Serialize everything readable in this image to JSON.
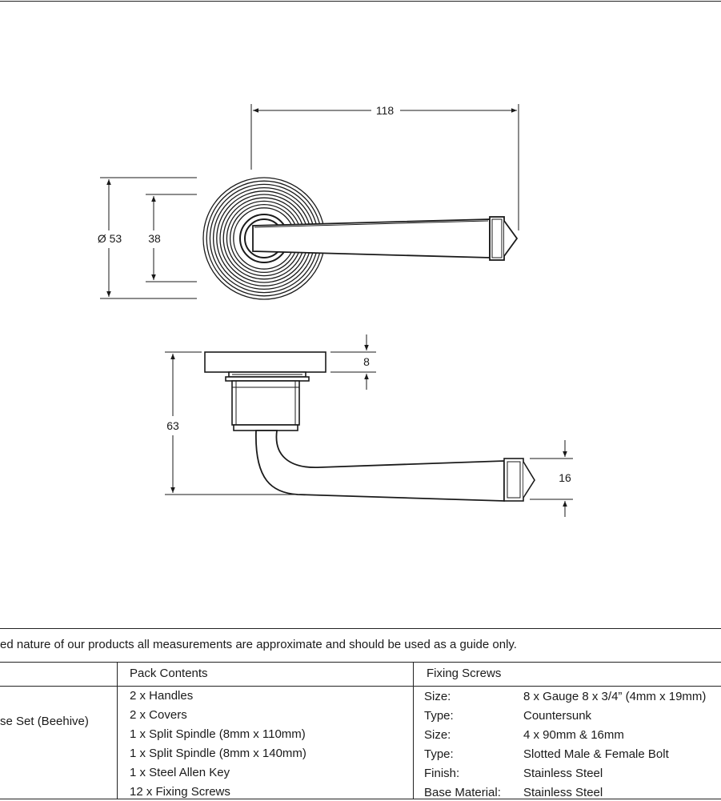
{
  "dimensions": {
    "length": "118",
    "rose_diameter": "Ø 53",
    "inner_diameter": "38",
    "rose_thickness": "8",
    "projection": "63",
    "grip_height": "16"
  },
  "notice": "ed nature of our products all measurements are approximate and should be used as a guide only.",
  "product_name_fragment": "se Set (Beehive)",
  "pack_contents": {
    "header": "Pack Contents",
    "items": [
      "2 x Handles",
      "2 x Covers",
      "1 x Split Spindle (8mm x 110mm)",
      "1 x Split Spindle (8mm x 140mm)",
      "1 x Steel Allen Key",
      "12 x Fixing Screws"
    ]
  },
  "fixing_screws": {
    "header": "Fixing Screws",
    "rows": [
      {
        "label": "Size:",
        "value": "8 x Gauge 8 x 3/4” (4mm x 19mm)"
      },
      {
        "label": "Type:",
        "value": "Countersunk"
      },
      {
        "label": "Size:",
        "value": "4 x 90mm & 16mm"
      },
      {
        "label": "Type:",
        "value": "Slotted Male & Female Bolt"
      },
      {
        "label": "Finish:",
        "value": "Stainless Steel"
      },
      {
        "label": "Base Material:",
        "value": "Stainless Steel"
      }
    ]
  }
}
